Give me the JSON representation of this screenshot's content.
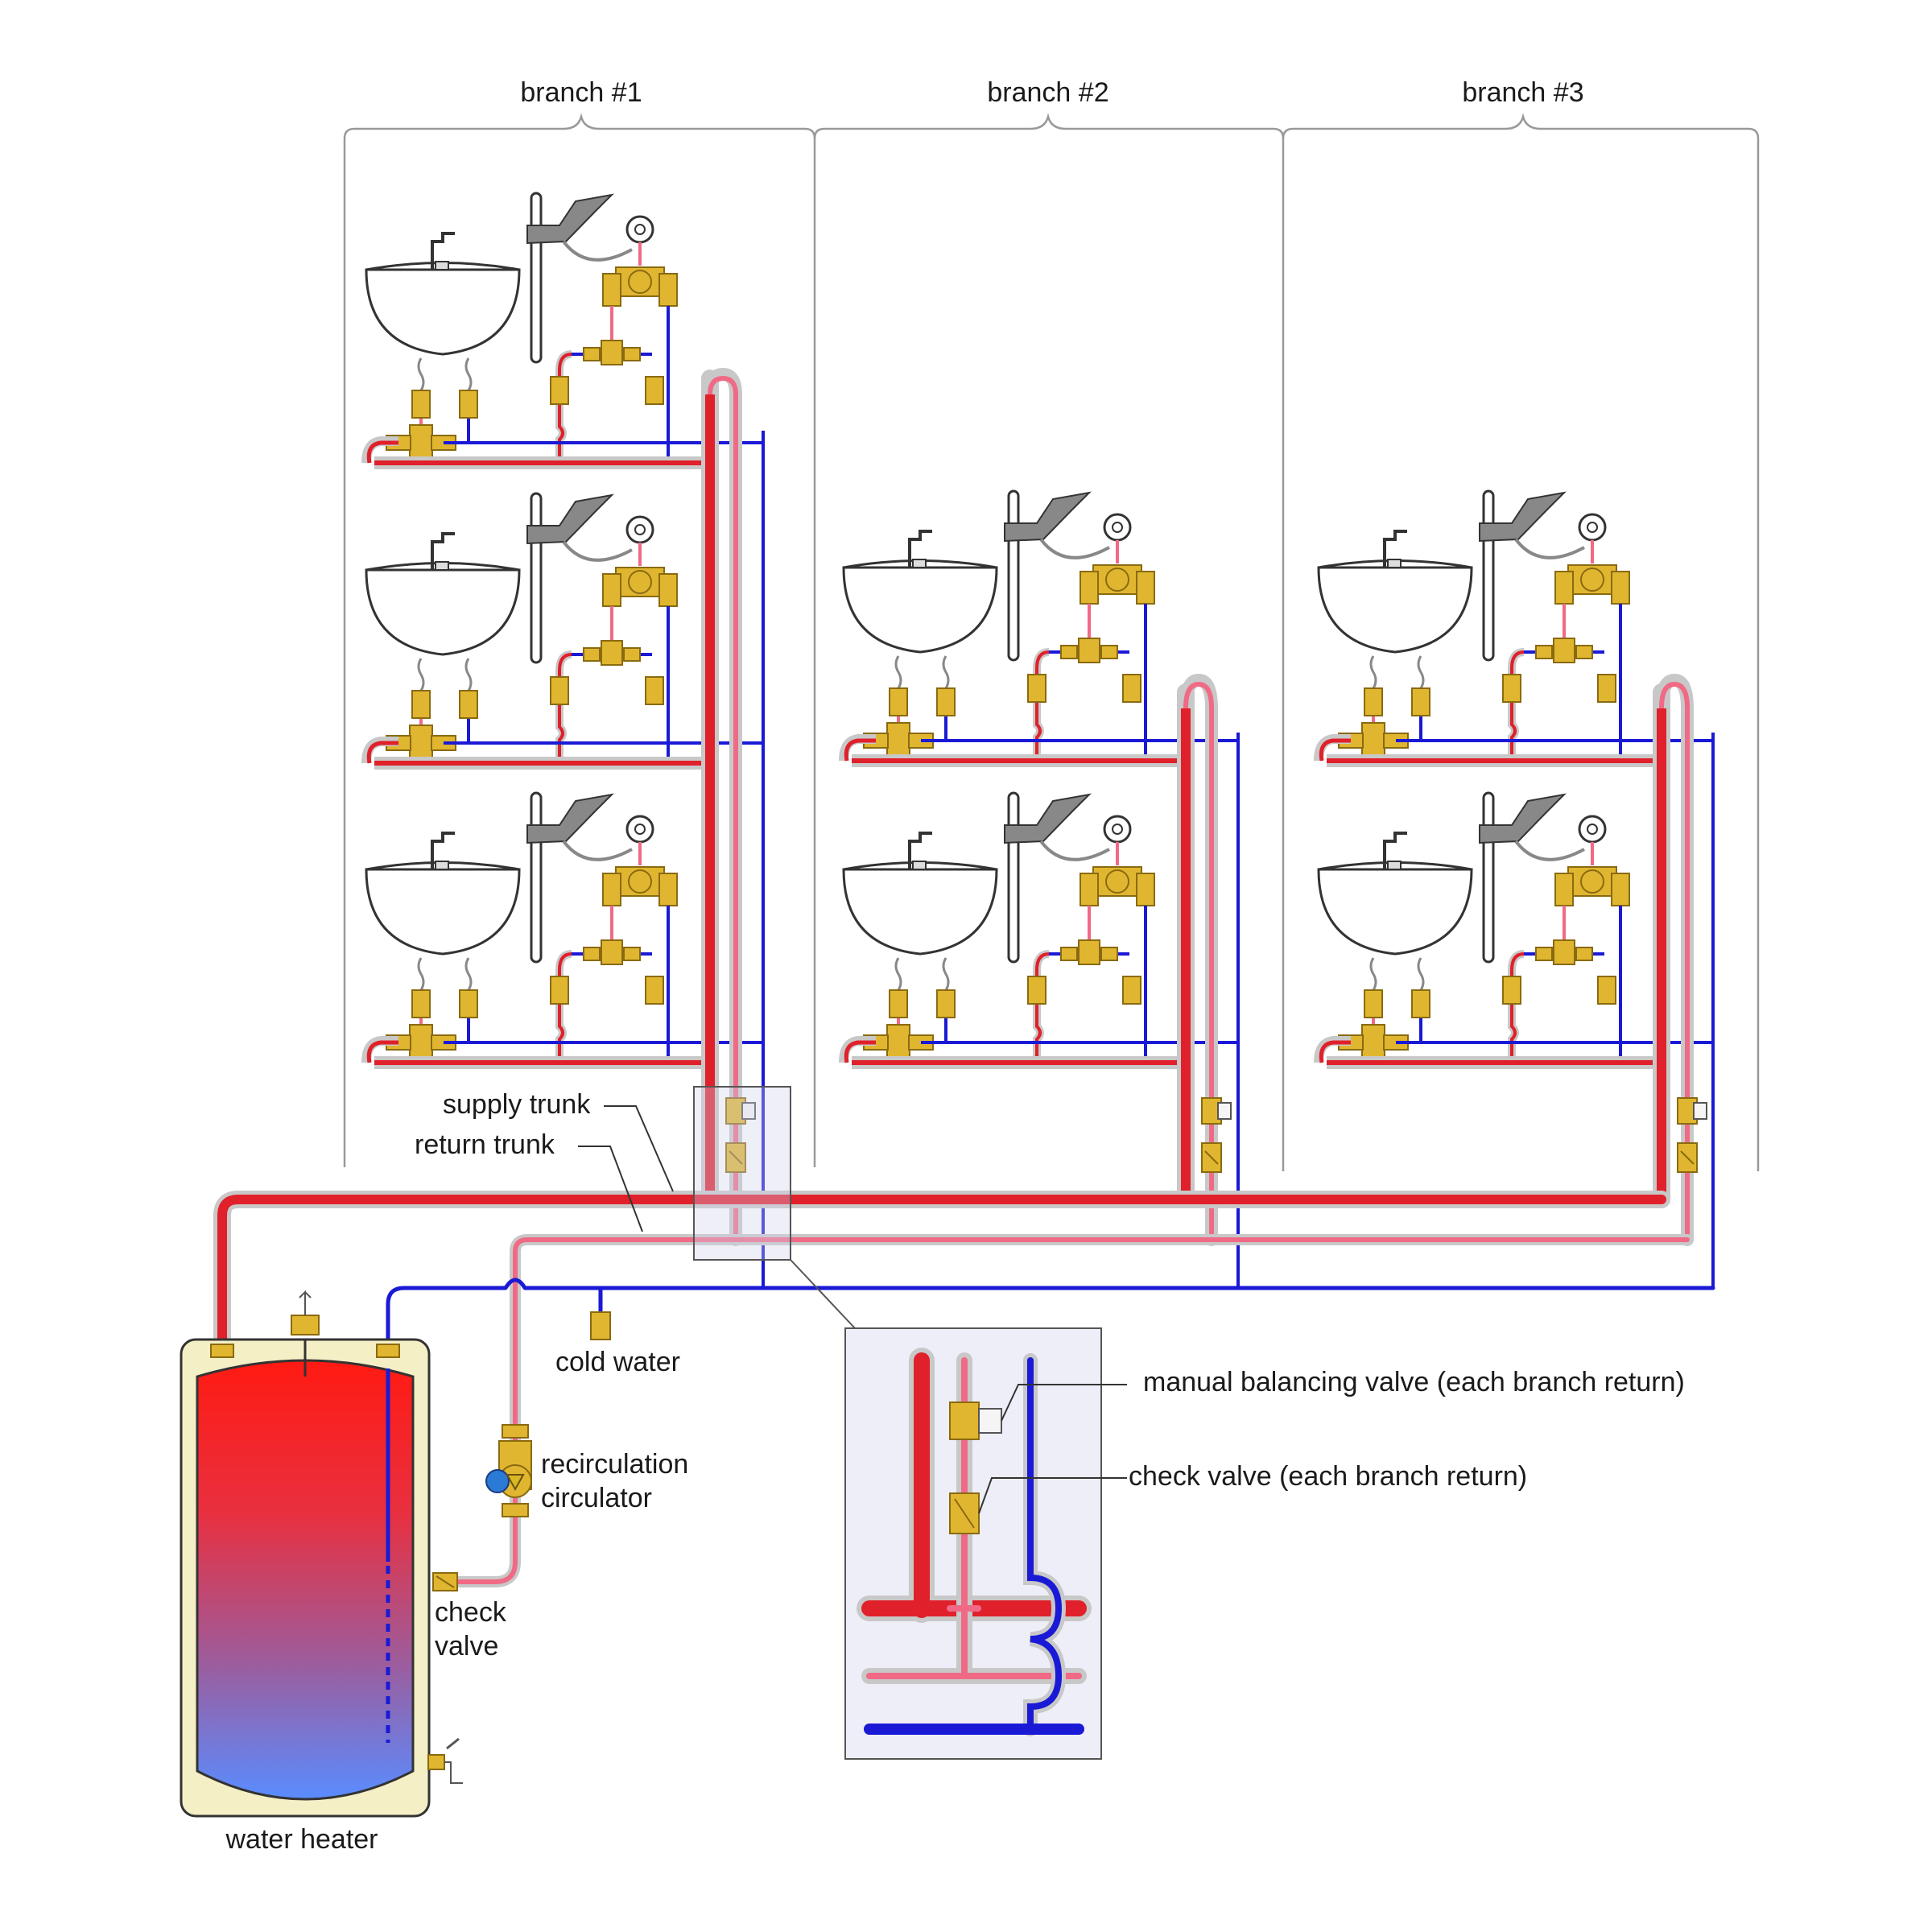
{
  "branches": [
    {
      "label": "branch #1",
      "fixture_rows": 3
    },
    {
      "label": "branch #2",
      "fixture_rows": 2
    },
    {
      "label": "branch #3",
      "fixture_rows": 2
    }
  ],
  "labels": {
    "supply_trunk": "supply trunk",
    "return_trunk": "return trunk",
    "cold_water": "cold water",
    "recirc_line1": "recirculation",
    "recirc_line2": "circulator",
    "check_line1": "check",
    "check_line2": "valve",
    "water_heater": "water heater",
    "balancing_valve": "manual balancing valve (each branch return)",
    "check_valve_each": "check valve (each branch return)"
  },
  "colors": {
    "hot_supply": "#e0202a",
    "hot_return": "#f06a86",
    "cold": "#1a1ad6",
    "pipe_halo": "#c8c8c8",
    "brass": "#e0b630",
    "tank_outline": "#f5efc6",
    "tank_top": "#ff1a12",
    "tank_bottom": "#5a8cff",
    "inset_bg": "#eeeef8"
  },
  "icons": [
    "lavatory-sink-icon",
    "shower-head-icon",
    "mixing-valve-icon",
    "ball-valve-icon",
    "circulator-pump-icon",
    "check-valve-icon",
    "balancing-valve-icon",
    "drain-valve-icon",
    "relief-valve-icon"
  ]
}
